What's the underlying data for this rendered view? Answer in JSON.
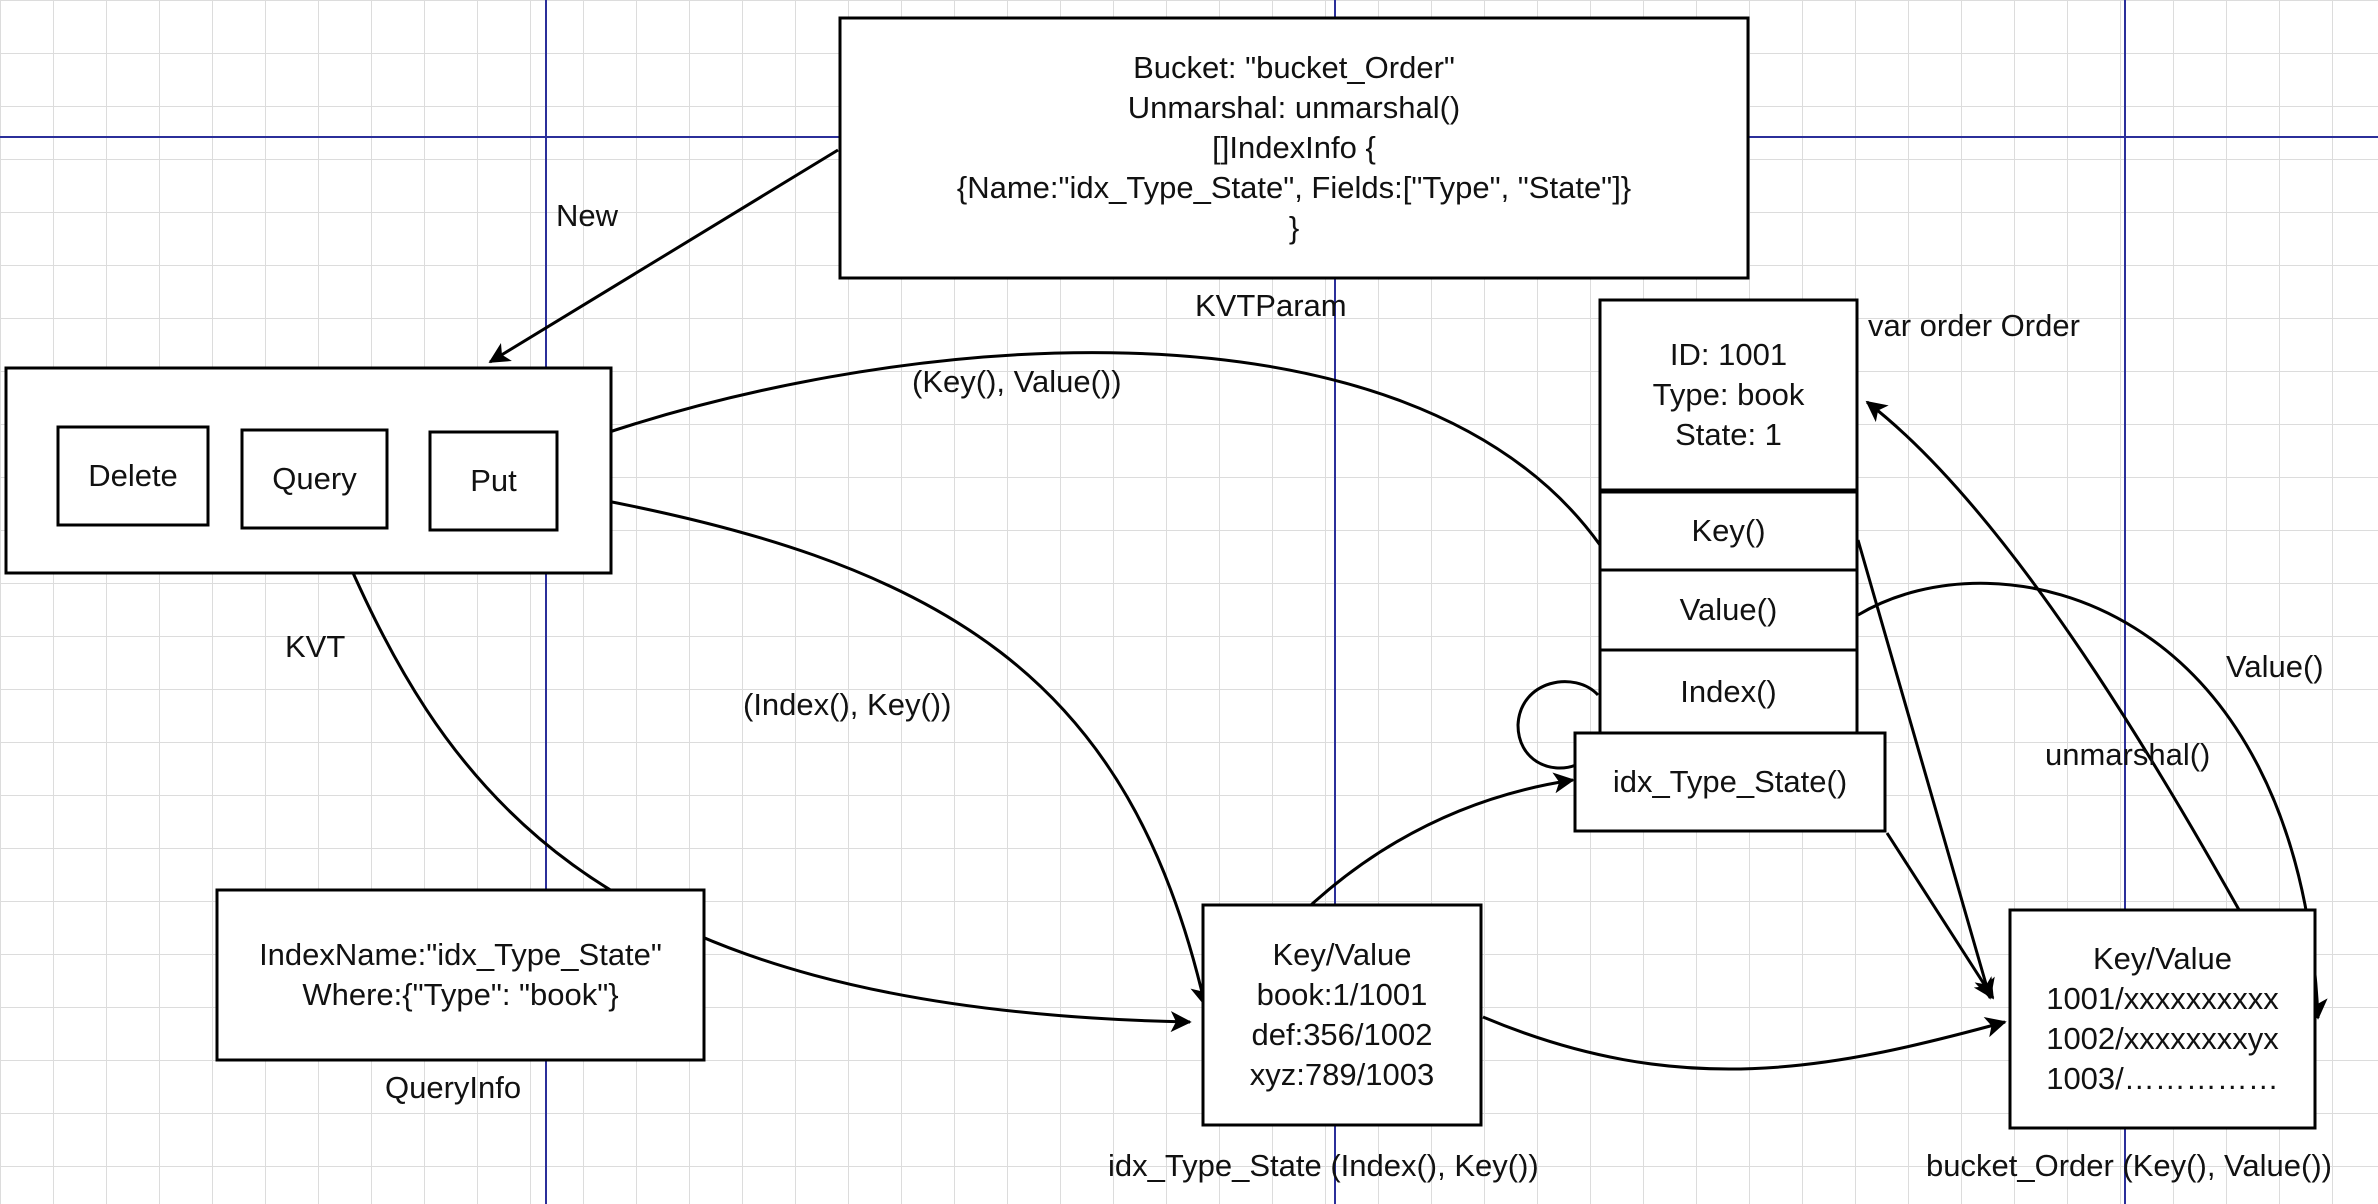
{
  "kvtparam": {
    "lines": [
      "Bucket: \"bucket_Order\"",
      "Unmarshal: unmarshal()",
      "[]IndexInfo {",
      "{Name:\"idx_Type_State\", Fields:[\"Type\", \"State\"]}",
      "}"
    ],
    "caption": "KVTParam"
  },
  "kvt": {
    "caption": "KVT",
    "delete_label": "Delete",
    "query_label": "Query",
    "put_label": "Put"
  },
  "order": {
    "caption": "var order Order",
    "lines": [
      "ID: 1001",
      "Type: book",
      "State: 1"
    ],
    "key_label": "Key()",
    "value_label": "Value()",
    "index_label": "Index()",
    "idx_fn_label": "idx_Type_State()"
  },
  "query_info": {
    "lines": [
      "IndexName:\"idx_Type_State\"",
      "Where:{\"Type\": \"book\"}"
    ],
    "caption": "QueryInfo"
  },
  "index_store": {
    "lines": [
      "Key/Value",
      "book:1/1001",
      "def:356/1002",
      "xyz:789/1003"
    ],
    "caption": "idx_Type_State (Index(), Key())"
  },
  "bucket_store": {
    "lines": [
      "Key/Value",
      "1001/xxxxxxxxxx",
      "1002/xxxxxxxxyx",
      "1003/……………"
    ],
    "caption": "bucket_Order (Key(), Value())"
  },
  "edges": {
    "new": "New",
    "put_key_value": "(Key(), Value())",
    "put_index_key": "(Index(), Key())",
    "value": "Value()",
    "unmarshal": "unmarshal()"
  }
}
